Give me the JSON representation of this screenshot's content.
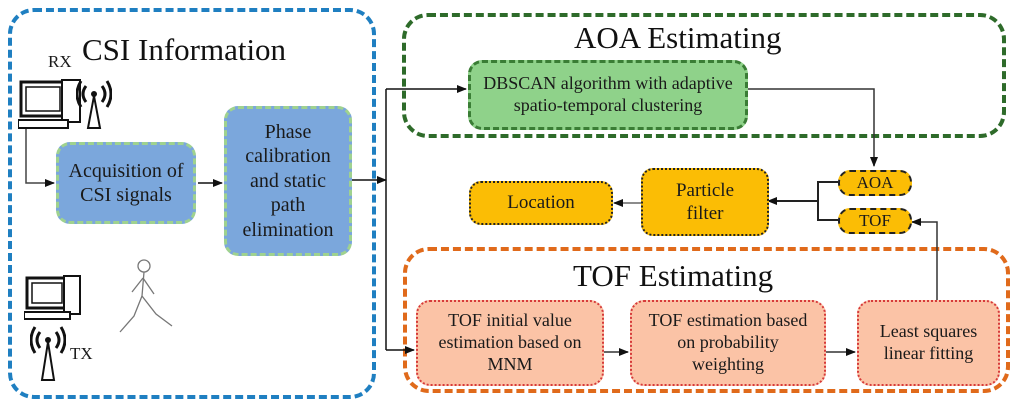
{
  "groups": {
    "csi": {
      "title": "CSI Information",
      "color": "#1f7fc1"
    },
    "aoa": {
      "title": "AOA Estimating",
      "color": "#2e6b2a"
    },
    "tof": {
      "title": "TOF Estimating",
      "color": "#e06a1b"
    }
  },
  "devices": {
    "rx_label": "RX",
    "tx_label": "TX"
  },
  "nodes": {
    "acquisition": "Acquisition of CSI signals",
    "phase_calibration": "Phase calibration and static path elimination",
    "dbscan": "DBSCAN algorithm with adaptive spatio-temporal clustering",
    "aoa_output": "AOA",
    "tof_output": "TOF",
    "particle_filter": "Particle filter",
    "location": "Location",
    "tof_initial": "TOF initial value estimation based on MNM",
    "tof_probability": "TOF estimation based on probability weighting",
    "least_squares": "Least squares linear fitting"
  },
  "colors": {
    "blue_node": "#7ba7dc",
    "green_node": "#8fd28a",
    "amber_node": "#fbbd05",
    "salmon_node": "#fbc3a6"
  }
}
